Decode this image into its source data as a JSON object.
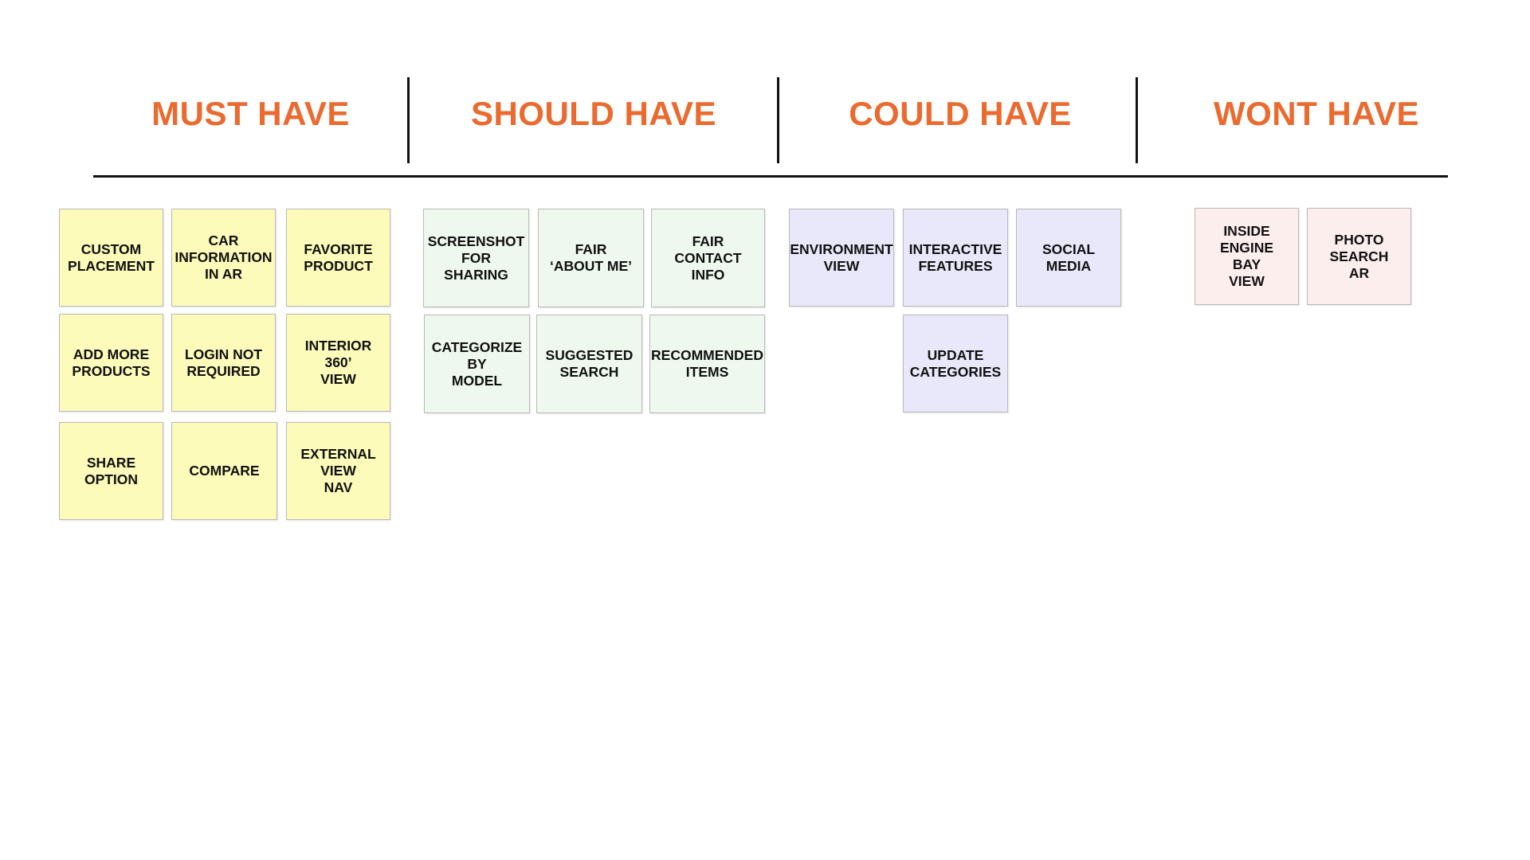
{
  "colors": {
    "header": "#ea6a2f",
    "must": "#fdfbb9",
    "should": "#eff8ee",
    "could": "#e9e8fb",
    "wont": "#fdeeee",
    "line": "#111111"
  },
  "columns": [
    {
      "title": "MUST HAVE",
      "notes": [
        "CUSTOM\nPLACEMENT",
        "CAR\nINFORMATION\nIN AR",
        "FAVORITE\nPRODUCT",
        "ADD MORE\nPRODUCTS",
        "LOGIN NOT\nREQUIRED",
        "INTERIOR\n360’\nVIEW",
        "SHARE\nOPTION",
        "COMPARE",
        "EXTERNAL\nVIEW\nNAV"
      ]
    },
    {
      "title": "SHOULD HAVE",
      "notes": [
        "SCREENSHOT\nFOR\nSHARING",
        "FAIR\n‘ABOUT ME’",
        "FAIR\nCONTACT\nINFO",
        "CATEGORIZE\nBY\nMODEL",
        "SUGGESTED\nSEARCH",
        "RECOMMENDED\nITEMS"
      ]
    },
    {
      "title": "COULD HAVE",
      "notes": [
        "ENVIRONMENT\nVIEW",
        "INTERACTIVE\nFEATURES",
        "SOCIAL\nMEDIA",
        "UPDATE\nCATEGORIES"
      ]
    },
    {
      "title": "WONT HAVE",
      "notes": [
        "INSIDE\nENGINE\nBAY\nVIEW",
        "PHOTO\nSEARCH\nAR"
      ]
    }
  ]
}
